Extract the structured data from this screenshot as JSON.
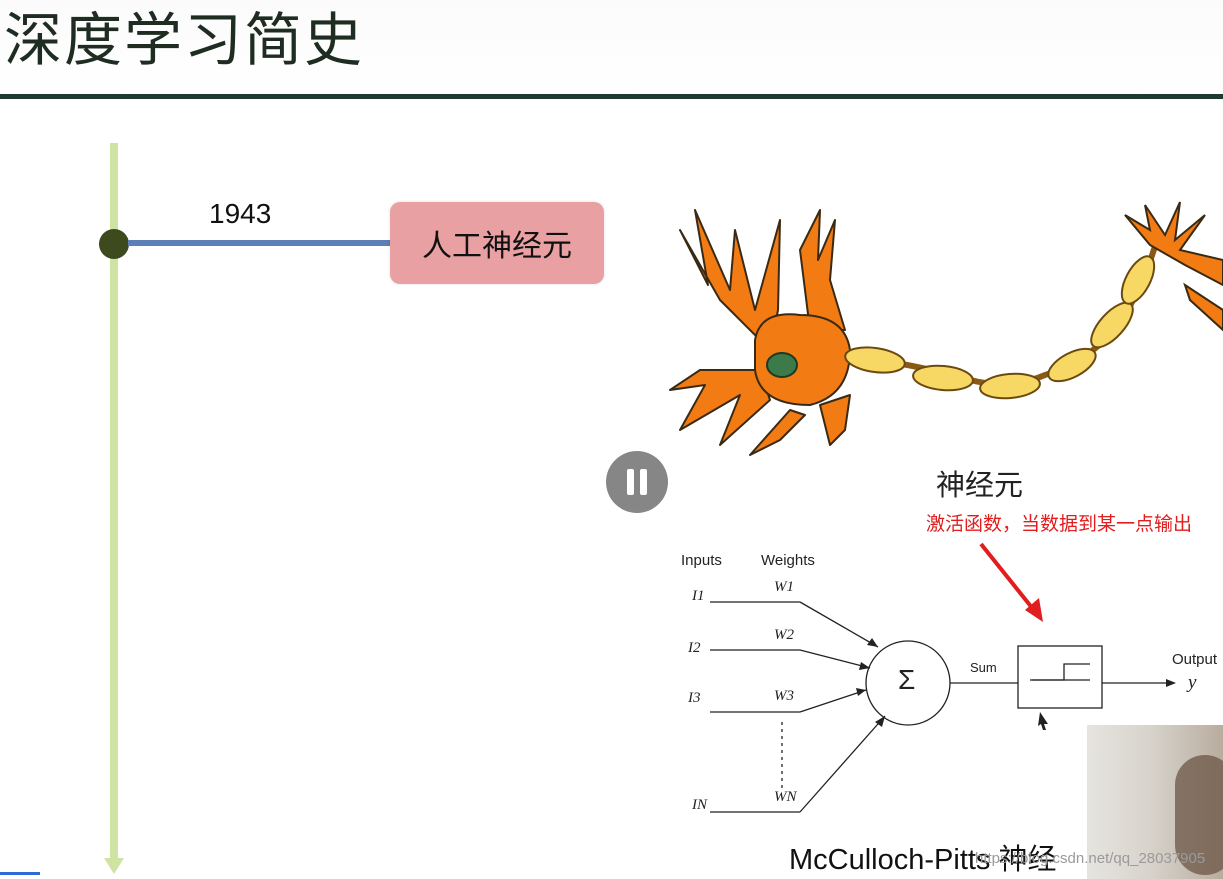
{
  "slide": {
    "title": "深度学习简史"
  },
  "timeline": {
    "year": "1943",
    "event_label": "人工神经元"
  },
  "neuron": {
    "caption": "神经元"
  },
  "annotation": {
    "text": "激活函数，当数据到某一点输出"
  },
  "mcp_diagram": {
    "inputs_header": "Inputs",
    "weights_header": "Weights",
    "inputs": [
      "I1",
      "I2",
      "I3",
      "IN"
    ],
    "weights": [
      "W1",
      "W2",
      "W3",
      "WN"
    ],
    "sum_symbol": "Σ",
    "sum_label": "Sum",
    "output_label": "Output",
    "output_var": "y",
    "caption": "McCulloch-Pitts 神经"
  },
  "watermark": "https://blog.csdn.net/qq_28037905",
  "player": {
    "pause_icon": "pause-icon"
  },
  "colors": {
    "title_rule": "#1f3b2f",
    "timeline": "#cfe3a3",
    "connector": "#5b7fb6",
    "event_box": "#e8a0a2",
    "annotation": "#e11d1d",
    "neuron_body": "#f27c13",
    "axon_segments": "#f7d865"
  }
}
